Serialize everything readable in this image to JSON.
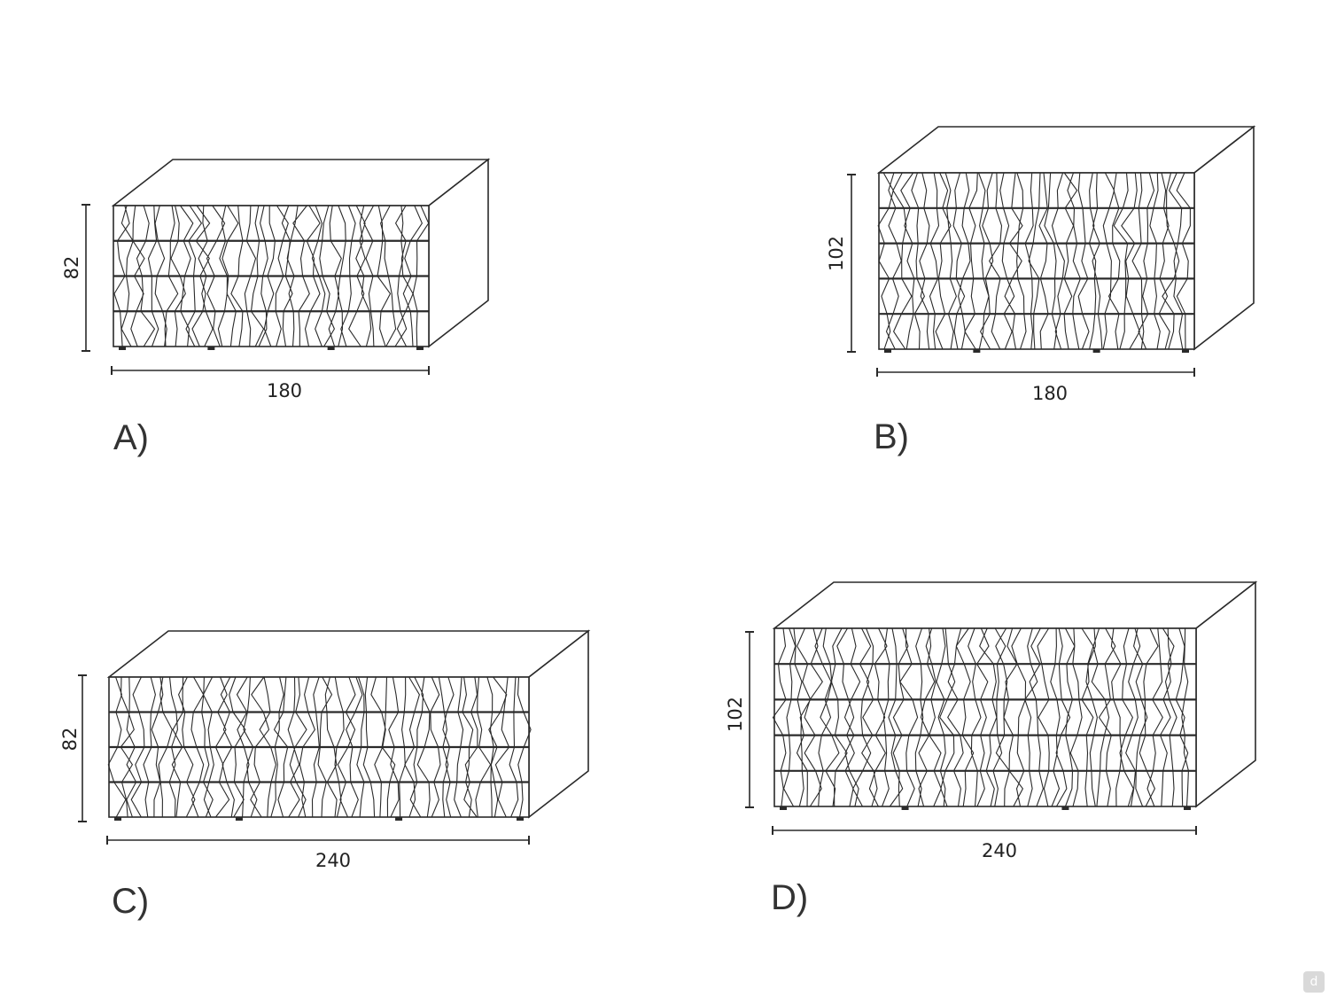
{
  "figures": [
    {
      "label": "A)",
      "width_label": "180",
      "height_label": "82",
      "drawers": 4
    },
    {
      "label": "B)",
      "width_label": "180",
      "height_label": "102",
      "drawers": 5
    },
    {
      "label": "C)",
      "width_label": "240",
      "height_label": "82",
      "drawers": 4
    },
    {
      "label": "D)",
      "width_label": "240",
      "height_label": "102",
      "drawers": 5
    }
  ],
  "watermark": {
    "text": "d"
  },
  "colors": {
    "line": "#2a2a2a",
    "text": "#222222"
  }
}
